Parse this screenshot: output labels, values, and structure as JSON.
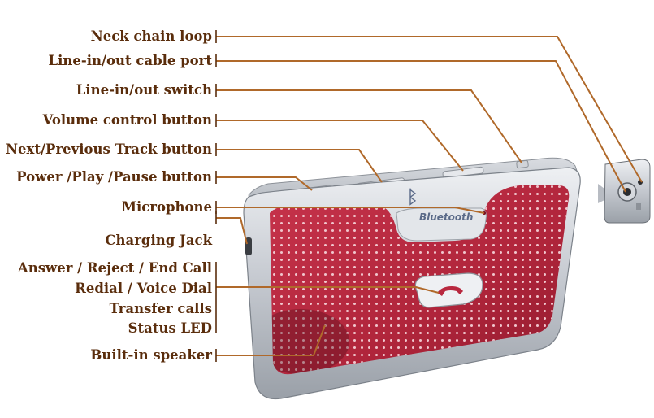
{
  "colors": {
    "label_text": "#5a2d0c",
    "leader_line": "#b0692a",
    "body_silver": "#c9cdd3",
    "grille_red": "#b8283f",
    "bluetooth_text": "#5a6a88"
  },
  "labels": {
    "neck_chain_loop": "Neck chain loop",
    "line_cable_port": "Line-in/out  cable port",
    "line_switch": "Line-in/out switch",
    "volume_button": "Volume control button",
    "track_button": "Next/Previous Track button",
    "power_button": "Power /Play /Pause button",
    "microphone": "Microphone",
    "charging_jack": "Charging Jack",
    "answer_reject": "Answer / Reject / End Call",
    "redial": "Redial / Voice Dial",
    "transfer": "Transfer calls",
    "status_led": "Status LED",
    "speaker": "Built-in speaker"
  },
  "device": {
    "brand_text": "Bluetooth"
  },
  "icons": [
    "bluetooth-icon",
    "phone-handset-icon"
  ]
}
